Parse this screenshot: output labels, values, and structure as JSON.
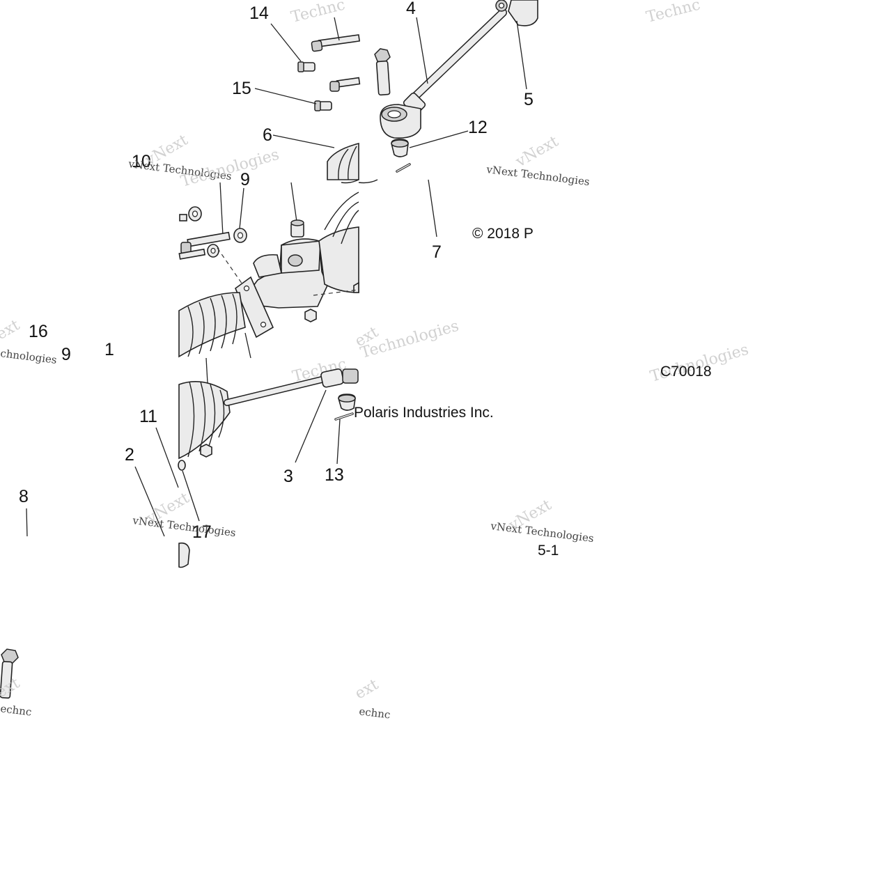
{
  "callouts": {
    "c1": "1",
    "c2": "2",
    "c3": "3",
    "c4": "4",
    "c5": "5",
    "c6": "6",
    "c7": "7",
    "c8": "8",
    "c9": "9",
    "c10": "10",
    "c11": "11",
    "c12": "12",
    "c13": "13",
    "c14": "14",
    "c15": "15",
    "c16": "16",
    "c17": "17"
  },
  "copyright": {
    "part_a": "© 2018 P",
    "part_b": "Polaris Industries Inc."
  },
  "drawing_code": "C70018",
  "page_ref": "5-1",
  "watermarks": {
    "brand_a": "Technc",
    "brand_b": "vNext Technologies",
    "brand_c": "vNext",
    "brand_d": "ext",
    "brand_e": "Technologies",
    "brand_f": "chnologies",
    "brand_g": "echnc"
  }
}
